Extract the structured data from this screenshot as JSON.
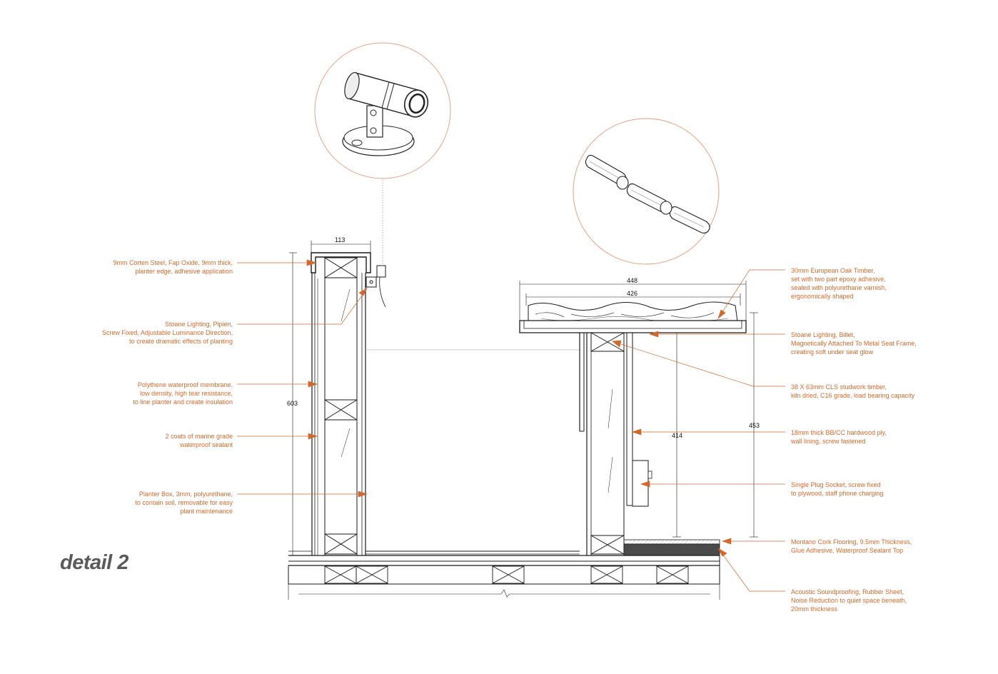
{
  "title": "detail 2",
  "colors": {
    "annotation": "#d06a2c",
    "line": "#1a1a1a",
    "circle": "#e0a585"
  },
  "dimensions": {
    "planter_width": "113",
    "planter_height": "603",
    "seat_outer_width": "448",
    "seat_inner_width": "426",
    "seat_total_height": "453",
    "seat_wall_height": "414"
  },
  "left_annotations": [
    {
      "lines": [
        "9mm Corten Steel, Fap Oxide, 9mm thick,",
        "planter edge, adhesive application"
      ]
    },
    {
      "lines": [
        "Stoane Lighting, Pipien,",
        "Screw Fixed, Adjustable Luminance Direction,",
        "to create dramatic effects of planting"
      ]
    },
    {
      "lines": [
        "Polythene waterproof membrane,",
        "low density, high tear resistance,",
        "to line planter and create insulation"
      ]
    },
    {
      "lines": [
        "2 coats of marine grade",
        "waterproof sealant"
      ]
    },
    {
      "lines": [
        "Planter Box, 3mm, polyurethane,",
        "to contain soil, removable for easy",
        "plant maintenance"
      ]
    }
  ],
  "right_annotations": [
    {
      "lines": [
        "30mm European Oak Timber,",
        "set with two part epoxy adhesive,",
        "sealed with polyurethane varnish,",
        "ergonomically shaped"
      ]
    },
    {
      "lines": [
        "Stoane Lighting, Billet,",
        "Magnetically Attached To Metal Seat Frame,",
        "creating soft under seat glow"
      ]
    },
    {
      "lines": [
        "38 X 63mm CLS studwork timber,",
        "kiln dried, C16 grade, load bearing capacity"
      ]
    },
    {
      "lines": [
        "18mm thick BB/CC hardwood ply,",
        "wall lining, screw fastened"
      ]
    },
    {
      "lines": [
        "Single Plug Socket, screw fixed",
        "to plywood, staff phone charging"
      ]
    },
    {
      "lines": [
        "Montano Cork Flooring, 9.5mm Thickness,",
        "Glue Adhesive, Waterproof Sealant Top"
      ]
    },
    {
      "lines": [
        "Acoustic Soundproofing, Rubber Sheet,",
        "Noise Reduction to quiet space beneath,",
        "20mm thickness"
      ]
    }
  ]
}
